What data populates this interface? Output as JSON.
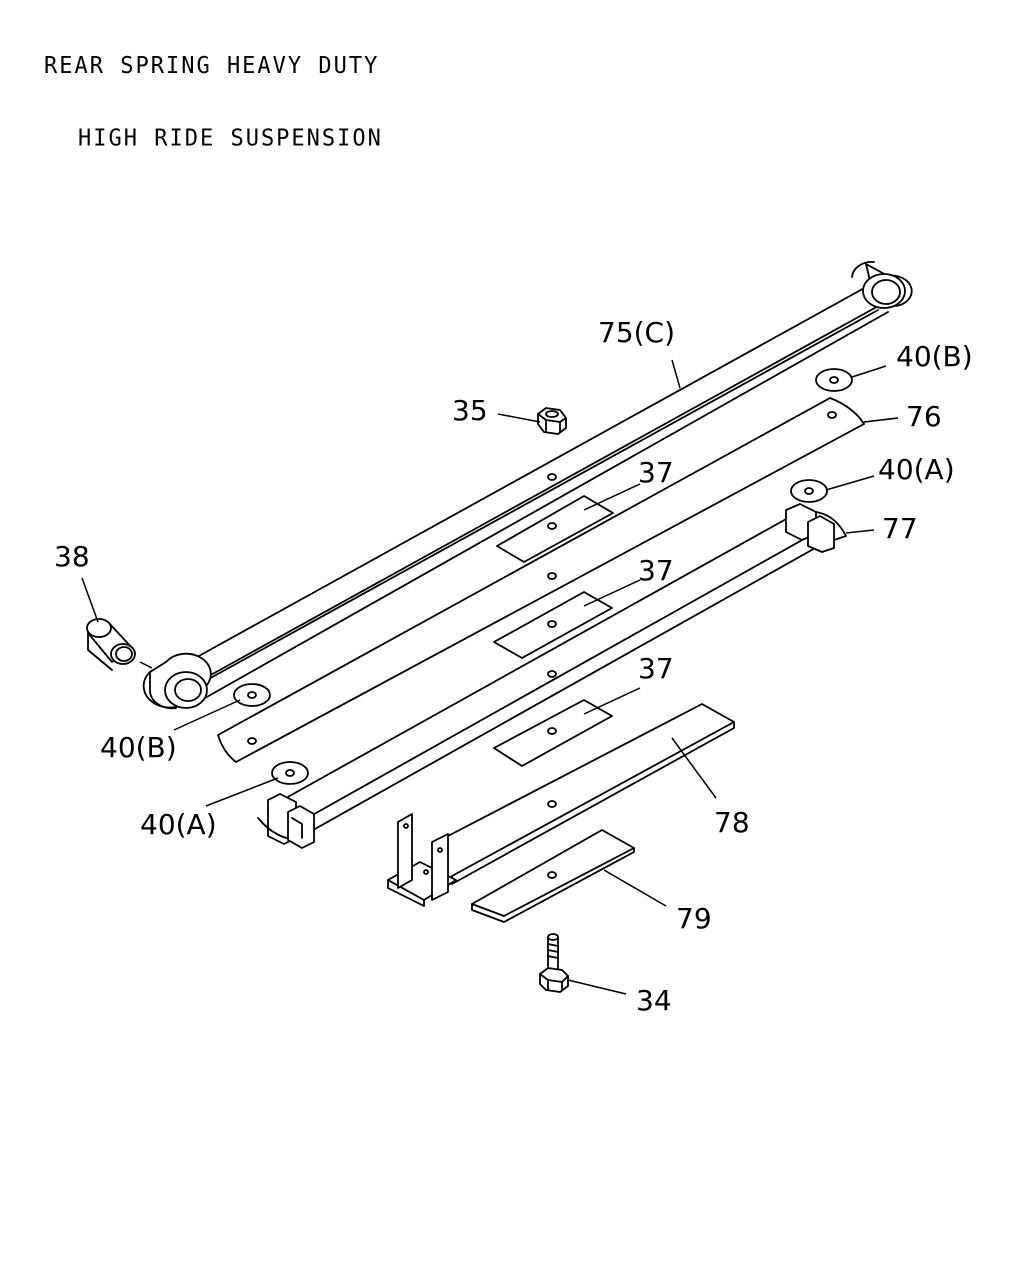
{
  "title": {
    "line1": "REAR SPRING HEAVY DUTY",
    "line2": "HIGH RIDE SUSPENSION"
  },
  "callouts": {
    "c75c": "75(C)",
    "c40b_top": "40(B)",
    "c35": "35",
    "c76": "76",
    "c40a_top": "40(A)",
    "c37_top": "37",
    "c77": "77",
    "c38": "38",
    "c37_mid": "37",
    "c37_low": "37",
    "c40b_left": "40(B)",
    "c78": "78",
    "c40a_left": "40(A)",
    "c79": "79",
    "c34": "34"
  }
}
